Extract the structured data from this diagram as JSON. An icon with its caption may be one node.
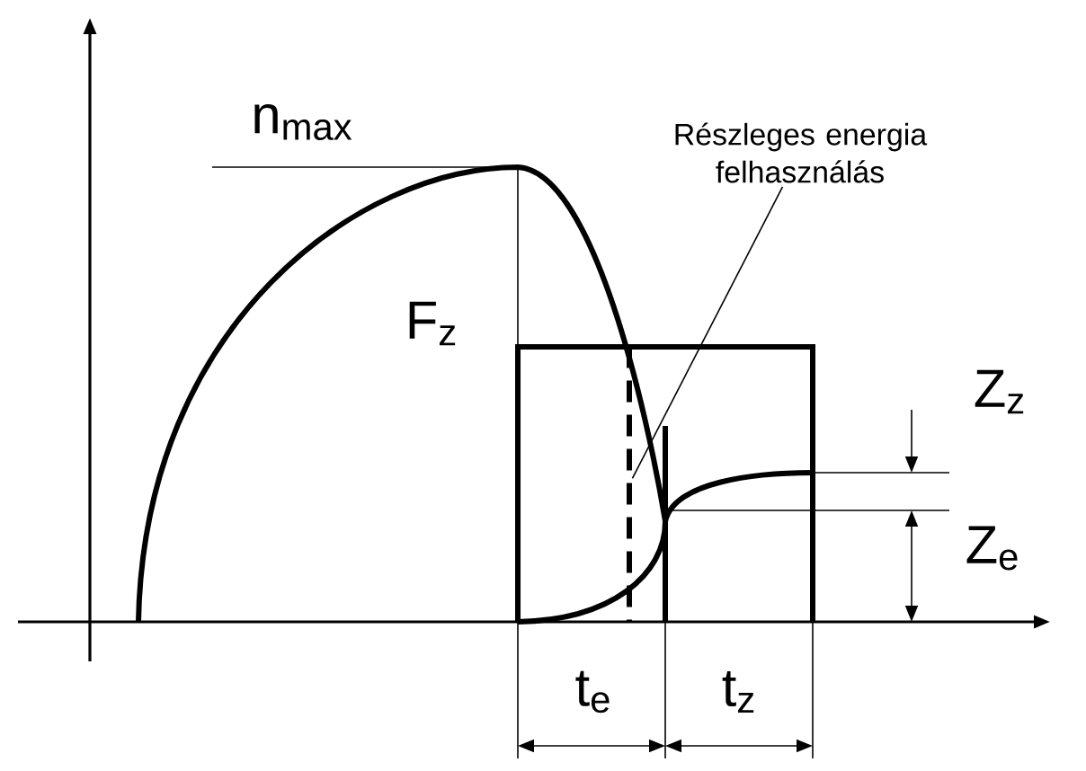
{
  "diagram": {
    "nodes": [
      {
        "text": [
          "Részleges energia felhasználás"
        ]
      },
      {
        "text": [],
        "shape": "line"
      }
    ],
    "edges": [
      {
        "from": 0,
        "to": 1,
        "arrow": "none"
      }
    ],
    "labels": [
      "n$_{max}$",
      "F$_{z}$",
      "Z$_{z}$",
      "Z$_{e}$",
      "t$_{e}$",
      "t$_{z}$"
    ]
  }
}
